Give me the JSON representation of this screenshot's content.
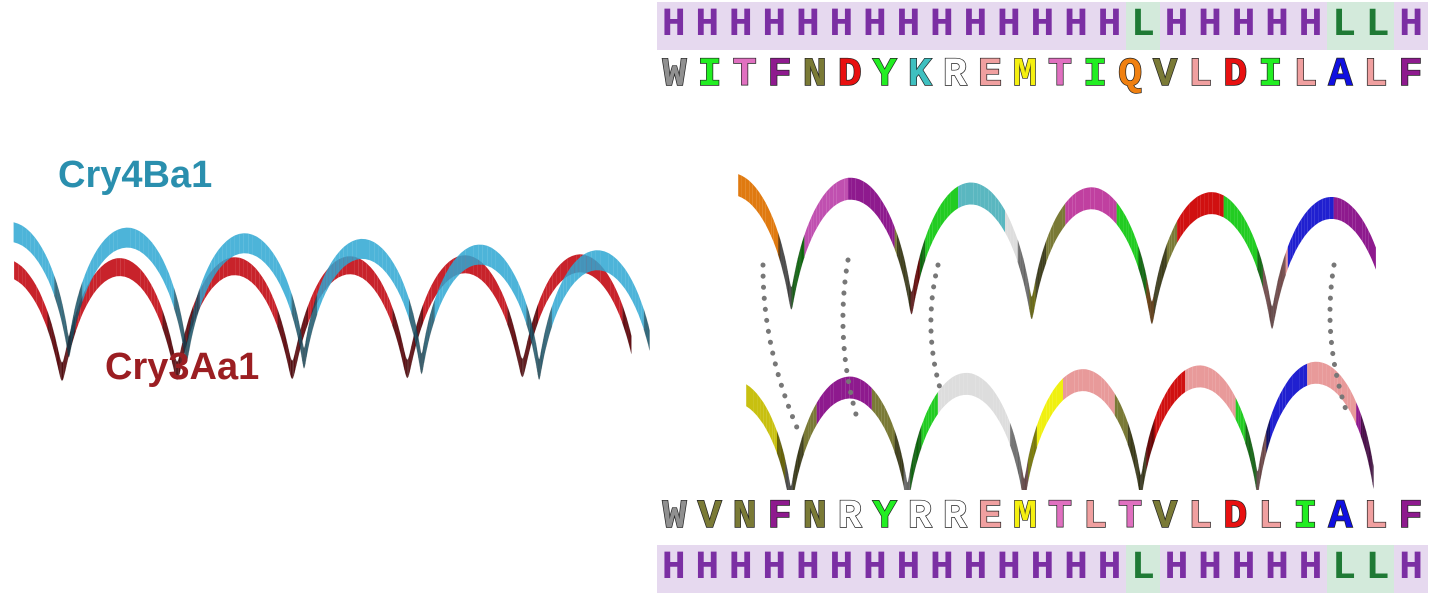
{
  "labels": {
    "top_helix": "Cry4Ba1",
    "bottom_helix": "Cry3Aa1"
  },
  "colors": {
    "cry4ba1": "#2a8fae",
    "cry3aa1": "#9b1e22",
    "ss_H_bg": "#e6d9ef",
    "ss_L_bg": "#d3eadb",
    "ss_H_text": "#7b2fa3",
    "ss_L_text": "#1f7a35"
  },
  "ss_top": [
    "H",
    "H",
    "H",
    "H",
    "H",
    "H",
    "H",
    "H",
    "H",
    "H",
    "H",
    "H",
    "H",
    "H",
    "L",
    "H",
    "H",
    "H",
    "H",
    "H",
    "L",
    "L",
    "H"
  ],
  "seq_top": [
    "W",
    "I",
    "T",
    "F",
    "N",
    "D",
    "Y",
    "K",
    "R",
    "E",
    "M",
    "T",
    "I",
    "Q",
    "V",
    "L",
    "D",
    "I",
    "L",
    "A",
    "L",
    "F"
  ],
  "seq_bottom": [
    "W",
    "V",
    "N",
    "F",
    "N",
    "R",
    "Y",
    "R",
    "R",
    "E",
    "M",
    "T",
    "L",
    "T",
    "V",
    "L",
    "D",
    "L",
    "I",
    "A",
    "L",
    "F"
  ],
  "ss_bottom": [
    "H",
    "H",
    "H",
    "H",
    "H",
    "H",
    "H",
    "H",
    "H",
    "H",
    "H",
    "H",
    "H",
    "H",
    "L",
    "H",
    "H",
    "H",
    "H",
    "H",
    "L",
    "L",
    "H"
  ],
  "residue_colors": {
    "W": "#909090",
    "I": "#22ee22",
    "T": "#e070c0",
    "F": "#8e1a8e",
    "N": "#7a7a36",
    "D": "#e81010",
    "Y": "#22ee22",
    "K": "#3fc0c0",
    "R": "#ffffff",
    "E": "#f0a0a0",
    "M": "#f5f010",
    "Q": "#f08010",
    "V": "#7a7a36",
    "L": "#f0a0a0",
    "A": "#1010e0"
  },
  "residue_overrides_bottom": {
    "12": "#f0a0a0",
    "17": "#f0a0a0",
    "18": "#22ee22"
  },
  "helix_top_colors": [
    "#e07a10",
    "#909090",
    "#22cc22",
    "#c050b0",
    "#8e1a8e",
    "#7a7a36",
    "#d01010",
    "#22cc22",
    "#5ab7c0",
    "#dddddd",
    "#f0f010",
    "#7a7a36",
    "#c040a0",
    "#22cc22",
    "#e07a10",
    "#7a7a36",
    "#d01010",
    "#22cc22",
    "#e89a9a",
    "#e89a9a",
    "#2020d0",
    "#8e1a8e"
  ],
  "helix_bottom_colors": [
    "#c8c010",
    "#909090",
    "#7a7a36",
    "#8e1a8e",
    "#7a7a36",
    "#dddddd",
    "#22cc22",
    "#dddddd",
    "#dddddd",
    "#e89a9a",
    "#f0f010",
    "#e89a9a",
    "#7a7a36",
    "#7a7a36",
    "#d01010",
    "#e89a9a",
    "#22cc22",
    "#e89a9a",
    "#2020d0",
    "#e89a9a",
    "#8e1a8e"
  ]
}
